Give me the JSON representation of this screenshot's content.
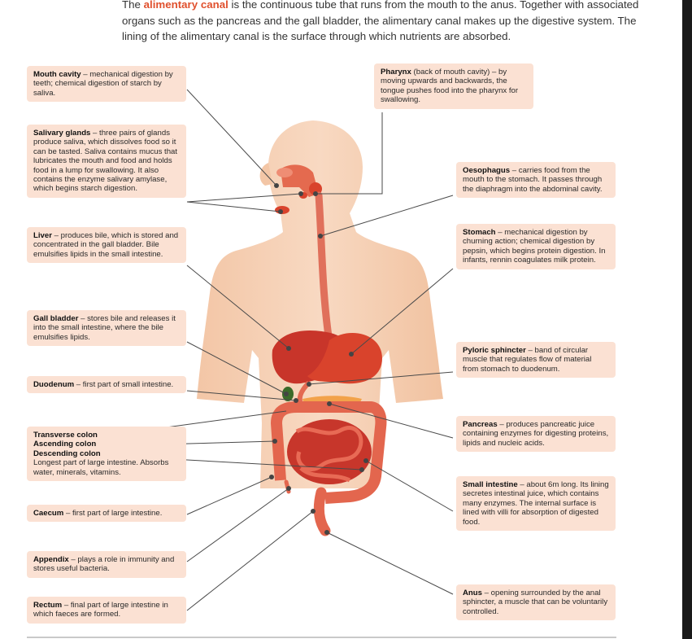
{
  "intro": {
    "before": "The ",
    "keyword": "alimentary canal",
    "after": " is the continuous tube that runs from the mouth to the anus. Together with associated organs such as the pancreas and the gall bladder, the alimentary canal makes up the digestive system. The lining of the alimentary canal is the surface through which nutrients are absorbed."
  },
  "labels": {
    "mouth": {
      "term": "Mouth cavity",
      "text": " – mechanical digestion by teeth; chemical digestion of starch by saliva."
    },
    "salivary": {
      "term": "Salivary glands",
      "text": " – three pairs of glands produce saliva, which dissolves food so it can be tasted. Saliva contains mucus that lubricates the mouth and food and holds food in a lump for swallowing. It also contains the enzyme salivary amylase, which begins starch digestion."
    },
    "liver": {
      "term": "Liver",
      "text": " – produces bile, which is stored and concentrated in the gall bladder. Bile emulsifies lipids in the small intestine."
    },
    "gall": {
      "term": "Gall bladder",
      "text": " – stores bile and releases it into the small intestine, where the bile emulsifies lipids."
    },
    "duodenum": {
      "term": "Duodenum",
      "text": " – first part of small intestine."
    },
    "colon": {
      "term1": "Transverse colon",
      "term2": "Ascending colon",
      "term3": "Descending colon",
      "text": "Longest part of large intestine. Absorbs water, minerals, vitamins."
    },
    "caecum": {
      "term": "Caecum",
      "text": " – first part of large intestine."
    },
    "appendix": {
      "term": "Appendix",
      "text": " – plays a role in immunity and stores useful bacteria."
    },
    "rectum": {
      "term": "Rectum",
      "text": " – final part of large intestine in which faeces are formed."
    },
    "pharynx": {
      "term": "Pharynx",
      "text": " (back of mouth cavity) – by moving upwards and backwards, the tongue pushes food into the pharynx for swallowing."
    },
    "oesophagus": {
      "term": "Oesophagus",
      "text": " – carries food from the mouth to the stomach. It passes through the diaphragm into the abdominal cavity."
    },
    "stomach": {
      "term": "Stomach",
      "text": " – mechanical digestion by churning action; chemical digestion by pepsin, which begins protein digestion. In infants, rennin coagulates milk protein."
    },
    "pyloric": {
      "term": "Pyloric sphincter",
      "text": " – band of circular muscle that regulates flow of material from stomach to duodenum."
    },
    "pancreas": {
      "term": "Pancreas",
      "text": " – produces pancreatic juice containing enzymes for digesting proteins, lipids and nucleic acids."
    },
    "small": {
      "term": "Small intestine",
      "text": " – about 6m long. Its lining secretes intestinal juice, which contains many enzymes. The internal surface is lined with villi for absorption of digested food."
    },
    "anus": {
      "term": "Anus",
      "text": " – opening surrounded by the anal sphincter, a muscle that can be voluntarily controlled."
    }
  },
  "colors": {
    "skin": "#f6cfb3",
    "organ": "#d9432c",
    "label_bg": "#fbe1d3",
    "leader": "#4a4a4a",
    "keyword": "#e0502d"
  }
}
